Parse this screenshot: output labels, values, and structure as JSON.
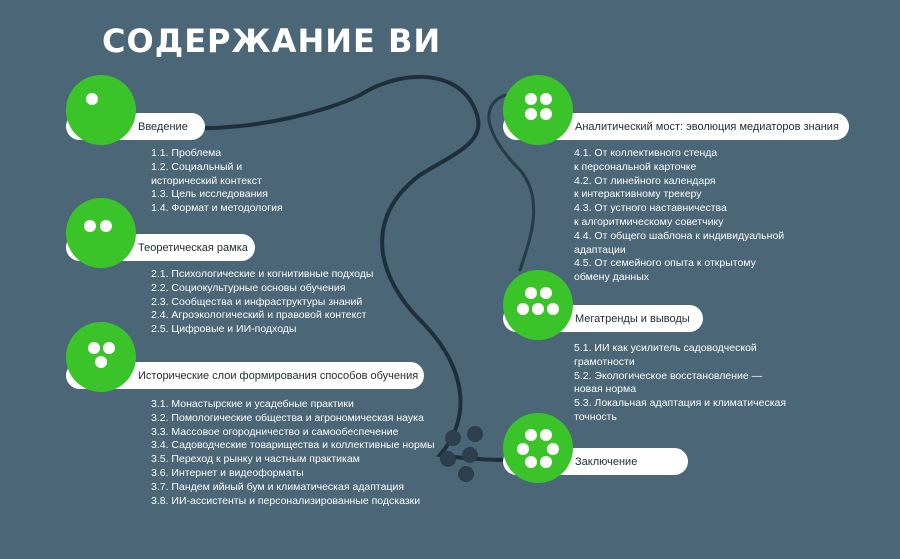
{
  "title": "СОДЕРЖАНИЕ ВИ",
  "sections": [
    {
      "heading": "Введение",
      "items": [
        "1.1. Проблема",
        "1.2. Социальный и\nисторический контекст",
        "1.3. Цель исследования",
        "1.4. Формат и методология"
      ]
    },
    {
      "heading": "Теоретическая рамка",
      "items": [
        "2.1. Психологические и когнитивные подходы",
        "2.2. Социокультурные основы обучения",
        "2.3. Сообщества и инфраструктуры знаний",
        "2.4. Агроэкологический и правовой контекст",
        "2.5. Цифровые и ИИ-подходы"
      ]
    },
    {
      "heading": "Исторические слои формирования способов обучения",
      "items": [
        "3.1. Монастырские и усадебные практики",
        "3.2. Помологические общества и агрономическая наука",
        "3.3. Массовое огородничество и самообеспечение",
        "3.4. Садоводческие товарищества и коллективные нормы",
        "3.5. Переход к рынку и частным практикам",
        "3.6. Интернет и видеоформаты",
        "3.7. Пандем  ийный бум и климатическая адаптация",
        "3.8. ИИ-ассистенты и персонализированные подсказки"
      ]
    },
    {
      "heading": "Аналитический мост: эволюция медиаторов знания",
      "items": [
        "4.1. От коллективного стенда\nк персональной карточке",
        "4.2. От линейного календаря\nк интерактивному трекеру",
        "4.3. От устного наставничества\nк алгоритмическому советчику",
        "4.4. От общего шаблона к индивидуальной\nадаптации",
        "4.5. От семейного опыта к открытому\nобмену данных"
      ]
    },
    {
      "heading": "Мегатренды и выводы",
      "items": [
        "5.1. ИИ как усилитель садоводческой\nграмотности",
        "5.2. Экологическое восстановление —\nновая норма",
        "5.3. Локальная адаптация и климатическая\nточность"
      ]
    },
    {
      "heading": "Заключение",
      "items": []
    }
  ],
  "colors": {
    "background": "#4a6677",
    "accent": "#3bc42a",
    "pill": "#ffffff",
    "path": "#1e2f3c"
  }
}
